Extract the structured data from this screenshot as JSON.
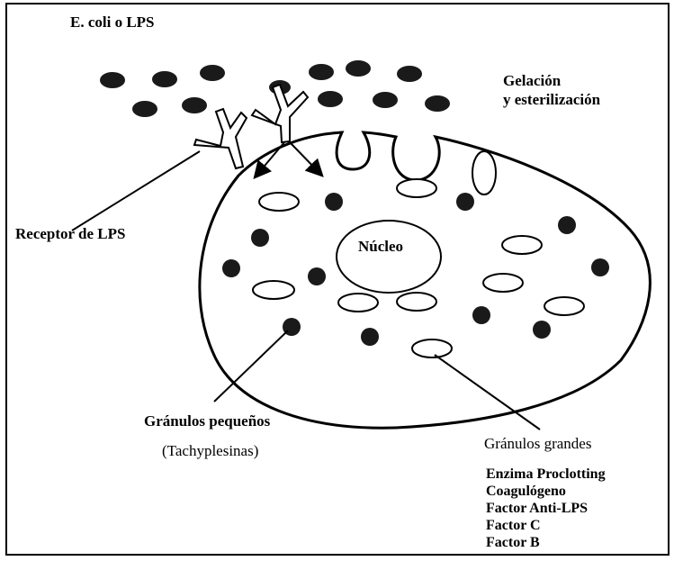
{
  "labels": {
    "title": "E. coli o LPS",
    "gelation": [
      "Gelación",
      "y esterilización"
    ],
    "receptor": "Receptor de LPS",
    "nucleus": "Núcleo",
    "small_granules": [
      "Gránulos pequeños",
      "(Tachyplesinas)"
    ],
    "large_granules": "Gránulos grandes",
    "factors": [
      "Enzima Proclotting",
      "Coagulógeno",
      "Factor Anti-LPS",
      "Factor C",
      "Factor B"
    ]
  },
  "colors": {
    "ink": "#000000",
    "background": "#ffffff",
    "dark_granule": "#1a1a1a"
  }
}
